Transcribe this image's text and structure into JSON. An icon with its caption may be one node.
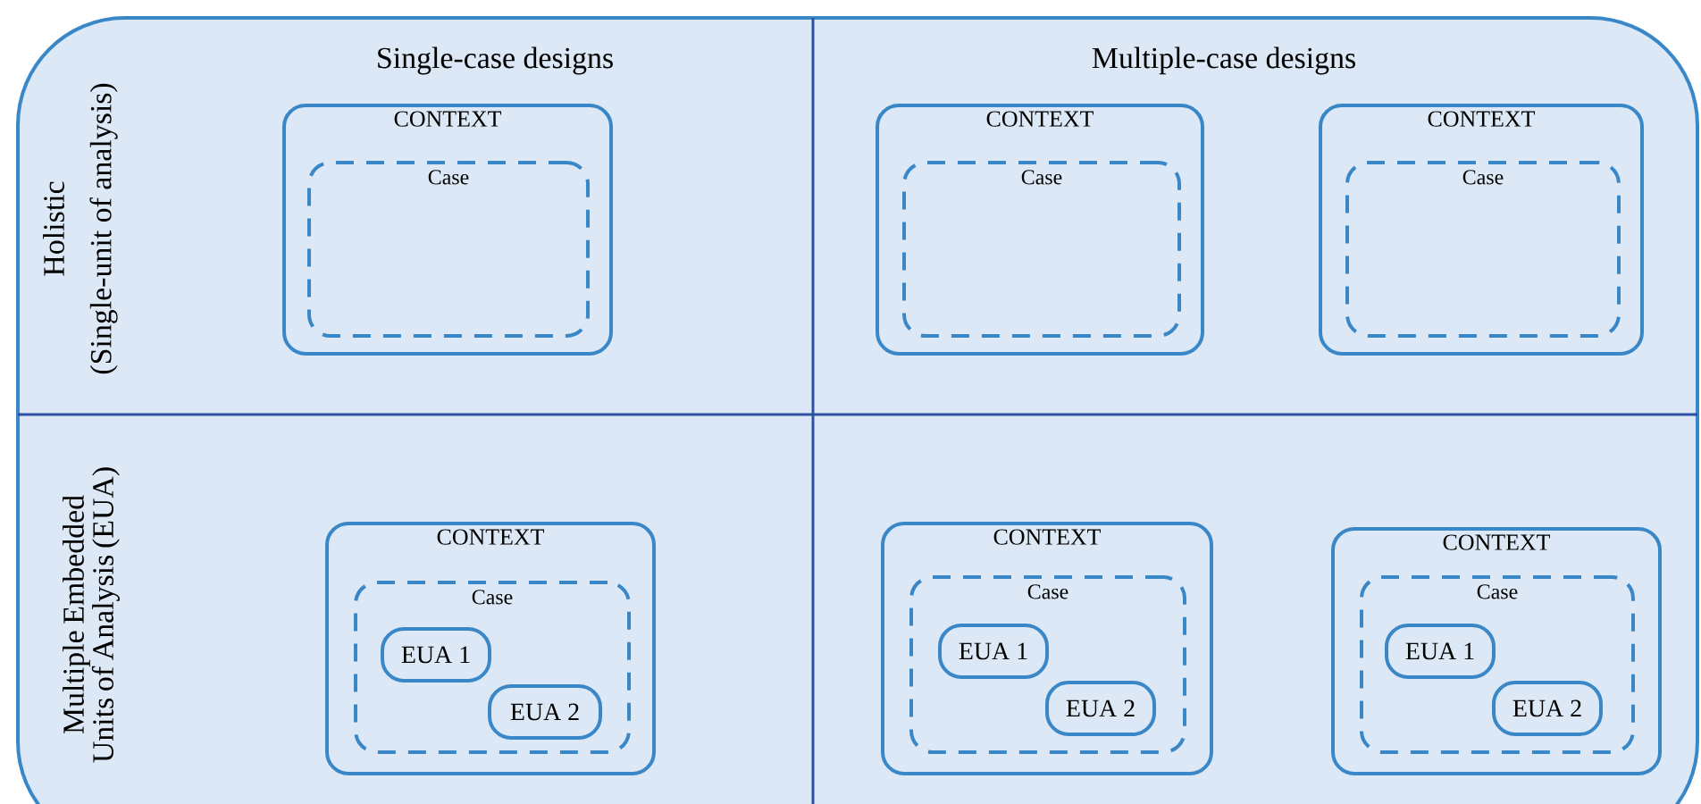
{
  "diagram": {
    "nodes": [
      {
        "text": [
          "CONTEXT"
        ]
      },
      {
        "text": [
          "Case"
        ],
        "in": 0
      },
      {
        "text": [
          "CONTEXT"
        ]
      },
      {
        "text": [
          "Case"
        ],
        "in": 2
      },
      {
        "text": [
          "CONTEXT"
        ]
      },
      {
        "text": [
          "Case"
        ],
        "in": 4
      },
      {
        "text": [
          "CONTEXT"
        ]
      },
      {
        "text": [
          "Case"
        ],
        "in": 6
      },
      {
        "text": [
          "EUA 1"
        ],
        "in": 7
      },
      {
        "text": [
          "EUA 2"
        ],
        "in": 7
      },
      {
        "text": [
          "CONTEXT"
        ]
      },
      {
        "text": [
          "Case"
        ],
        "in": 10
      },
      {
        "text": [
          "EUA 1"
        ],
        "in": 11
      },
      {
        "text": [
          "EUA 2"
        ],
        "in": 11
      },
      {
        "text": [
          "CONTEXT"
        ]
      },
      {
        "text": [
          "Case"
        ],
        "in": 14
      },
      {
        "text": [
          "EUA 1"
        ],
        "in": 15
      },
      {
        "text": [
          "EUA 2"
        ],
        "in": 15
      }
    ],
    "edges": [],
    "labels": [
      "Single-case designs",
      "Multiple-case designs",
      "Holistic",
      "(Single-unit of analysis)",
      "Multiple Embedded Units of Analysis (EUA)"
    ]
  }
}
